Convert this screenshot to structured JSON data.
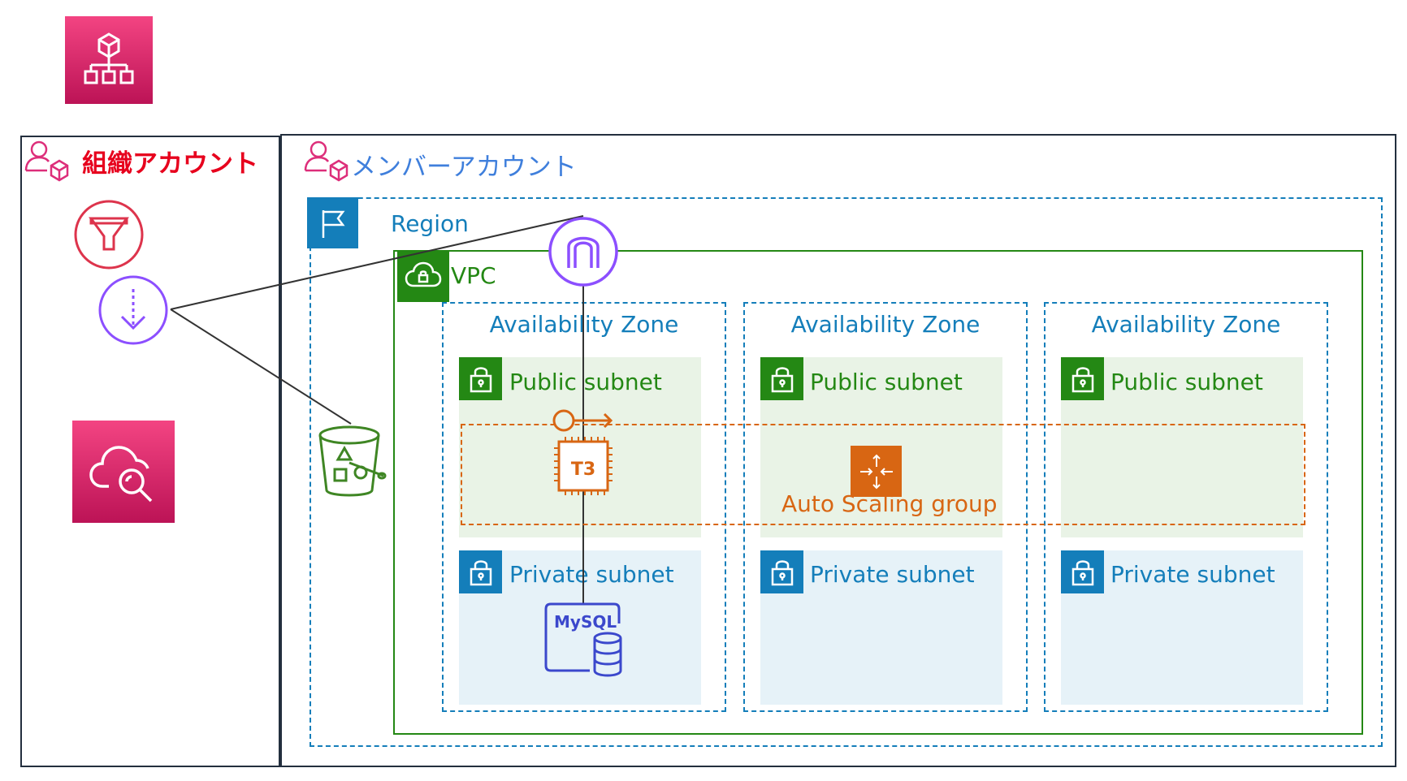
{
  "org_account": {
    "title": "組織アカウント",
    "title_color": "#e7001d",
    "accent": "#dd2e7a"
  },
  "member_account": {
    "title": "メンバーアカウント",
    "title_color": "#3f7fdc",
    "accent": "#dd2e7a"
  },
  "region": {
    "title": "Region",
    "color": "#147eba"
  },
  "vpc": {
    "title": "VPC",
    "color": "#248814"
  },
  "availability_zones": [
    {
      "title": "Availability Zone",
      "public_subnet": "Public subnet",
      "private_subnet": "Private subnet"
    },
    {
      "title": "Availability Zone",
      "public_subnet": "Public subnet",
      "private_subnet": "Private subnet"
    },
    {
      "title": "Availability Zone",
      "public_subnet": "Public subnet",
      "private_subnet": "Private subnet"
    }
  ],
  "auto_scaling_group": {
    "title": "Auto Scaling group",
    "color": "#d86613"
  },
  "ec2_instance": {
    "label": "T3",
    "color": "#d86613"
  },
  "database": {
    "label": "MySQL",
    "color": "#3b48cc"
  },
  "colors": {
    "public_fill": "#e9f3e6",
    "private_fill": "#e6f2f8",
    "pink_service": "#e7157b",
    "purple": "#8c4fff",
    "red": "#dd344c",
    "bucket_green": "#3f8624"
  },
  "icons": {
    "organizations": "organizations-icon",
    "cloudwatch": "cloudwatch-icon",
    "filter": "filter-icon",
    "download": "download-icon",
    "internet_gateway": "internet-gateway-icon",
    "s3_bucket": "s3-bucket-icon",
    "auto_scaling": "auto-scaling-icon"
  }
}
